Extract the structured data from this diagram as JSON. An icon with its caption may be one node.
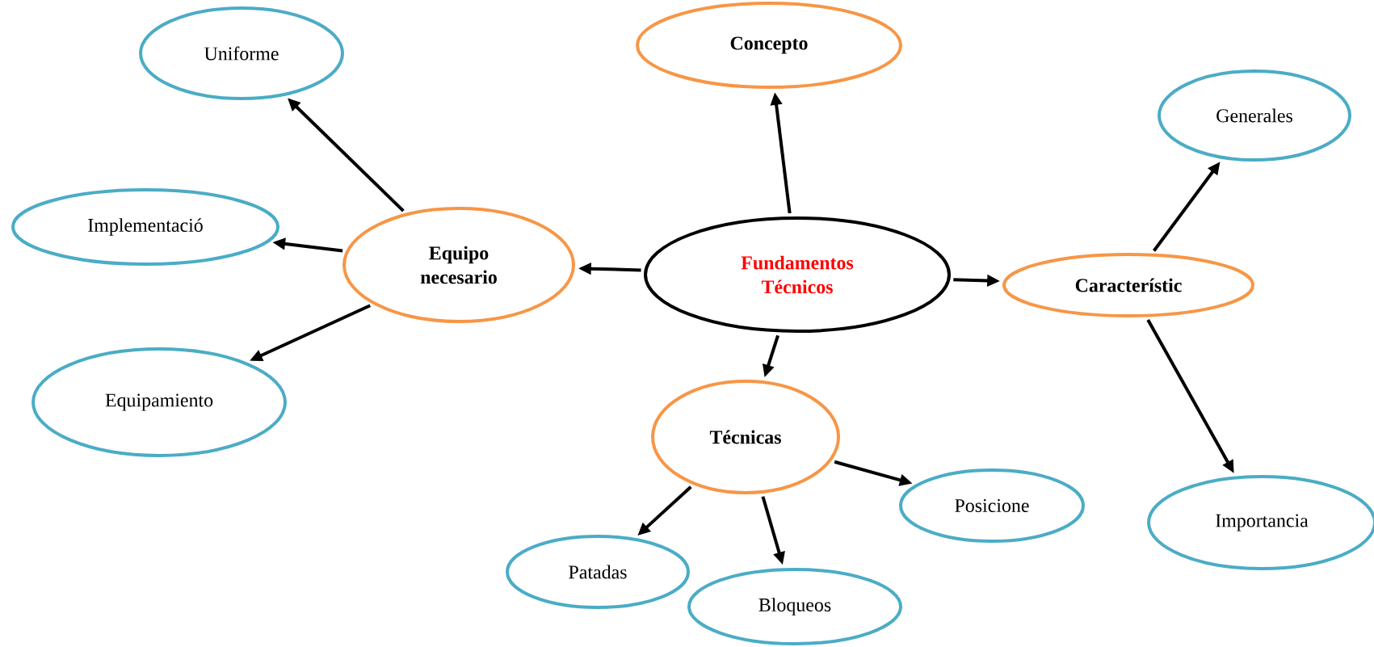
{
  "diagram": {
    "nodes": [
      {
        "text": [
          "Fundamentos Técnicos"
        ]
      },
      {
        "text": [
          "Concepto"
        ]
      },
      {
        "text": [
          "Equipo necesario"
        ]
      },
      {
        "text": [
          "Característic"
        ]
      },
      {
        "text": [
          "Técnicas"
        ]
      },
      {
        "text": [
          "Uniforme"
        ]
      },
      {
        "text": [
          "Implementació"
        ]
      },
      {
        "text": [
          "Equipamiento"
        ]
      },
      {
        "text": [
          "Generales"
        ]
      },
      {
        "text": [
          "Importancia"
        ]
      },
      {
        "text": [
          "Posicione"
        ]
      },
      {
        "text": [
          "Patadas"
        ]
      },
      {
        "text": [
          "Bloqueos"
        ]
      }
    ],
    "edges": [
      {
        "from": 0,
        "to": 1,
        "arrow": "to"
      },
      {
        "from": 0,
        "to": 2,
        "arrow": "to"
      },
      {
        "from": 0,
        "to": 3,
        "arrow": "to"
      },
      {
        "from": 0,
        "to": 4,
        "arrow": "to"
      },
      {
        "from": 2,
        "to": 5,
        "arrow": "to"
      },
      {
        "from": 2,
        "to": 6,
        "arrow": "to"
      },
      {
        "from": 2,
        "to": 7,
        "arrow": "to"
      },
      {
        "from": 3,
        "to": 8,
        "arrow": "to"
      },
      {
        "from": 3,
        "to": 9,
        "arrow": "to"
      },
      {
        "from": 4,
        "to": 10,
        "arrow": "to"
      },
      {
        "from": 4,
        "to": 11,
        "arrow": "to"
      },
      {
        "from": 4,
        "to": 12,
        "arrow": "to"
      }
    ]
  }
}
